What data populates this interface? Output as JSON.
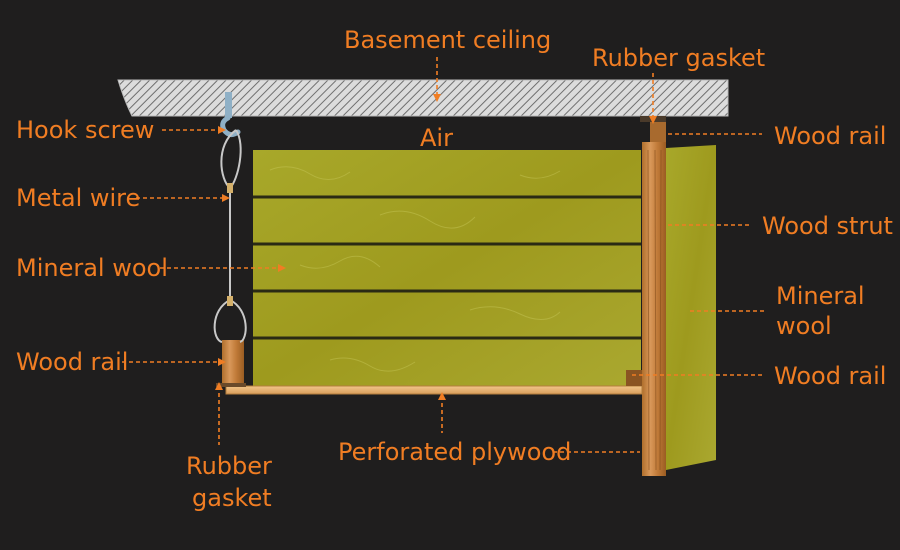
{
  "labels": {
    "basement_ceiling": "Basement ceiling",
    "rubber_gasket_top": "Rubber gasket",
    "hook_screw": "Hook screw",
    "air": "Air",
    "wood_rail_top": "Wood rail",
    "metal_wire": "Metal wire",
    "wood_strut": "Wood strut",
    "mineral_wool_left": "Mineral wool",
    "mineral_wool_right_line1": "Mineral",
    "mineral_wool_right_line2": "wool",
    "wood_rail_left": "Wood rail",
    "wood_rail_right": "Wood rail",
    "perforated_plywood": "Perforated plywood",
    "rubber_gasket_bottom_line1": "Rubber",
    "rubber_gasket_bottom_line2": "gasket"
  },
  "colors": {
    "background": "#1f1e1e",
    "label": "#f07d23",
    "ceiling": "#d9d9d9",
    "wool": "#a4a424",
    "wood": "#c9843e",
    "plywood": "#e7b576"
  }
}
